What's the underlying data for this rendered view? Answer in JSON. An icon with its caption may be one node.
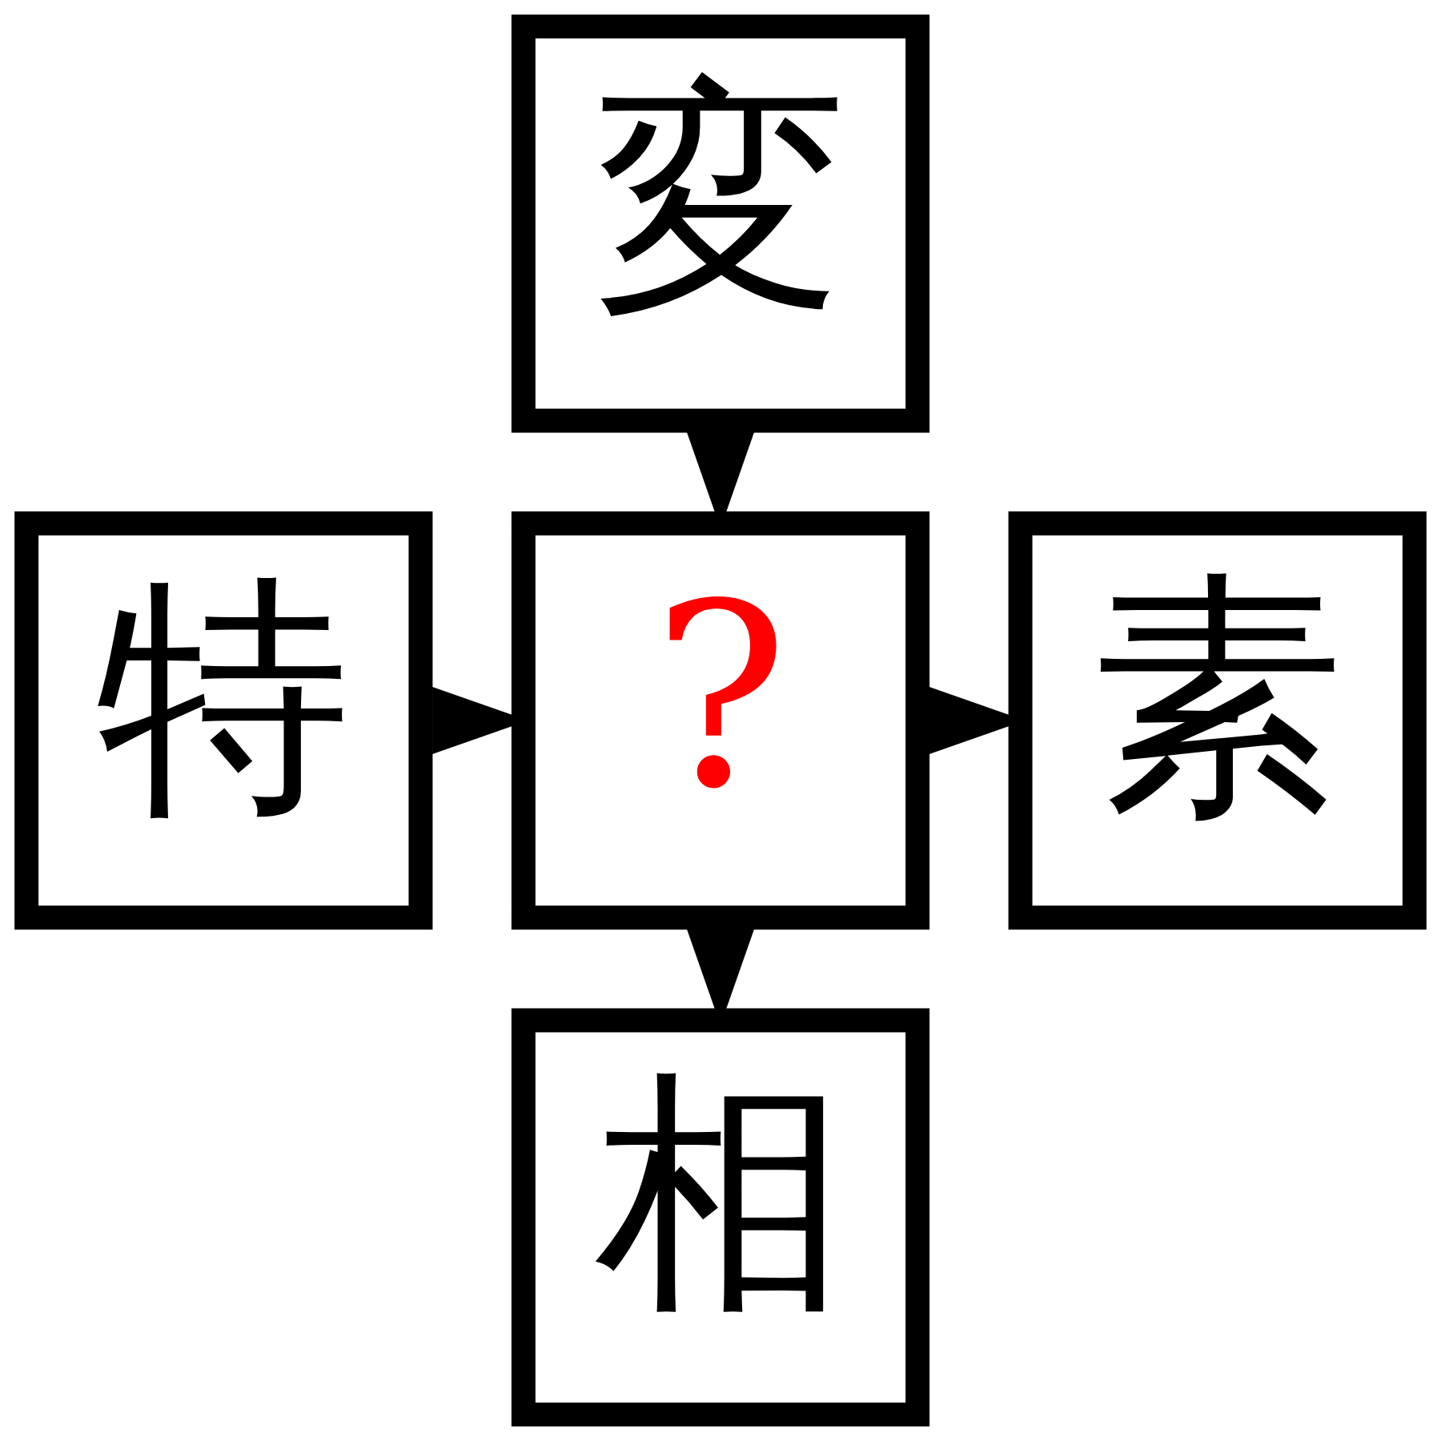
{
  "diagram": {
    "nodes": [
      {
        "text": [
          "変"
        ]
      },
      {
        "text": [
          "特"
        ]
      },
      {
        "text": [
          "?"
        ]
      },
      {
        "text": [
          "素"
        ]
      },
      {
        "text": [
          "相"
        ]
      }
    ],
    "edges": [
      {
        "from": 0,
        "to": 2,
        "arrow": "to"
      },
      {
        "from": 1,
        "to": 2,
        "arrow": "to"
      },
      {
        "from": 2,
        "to": 3,
        "arrow": "to"
      },
      {
        "from": 2,
        "to": 4,
        "arrow": "to"
      }
    ]
  }
}
